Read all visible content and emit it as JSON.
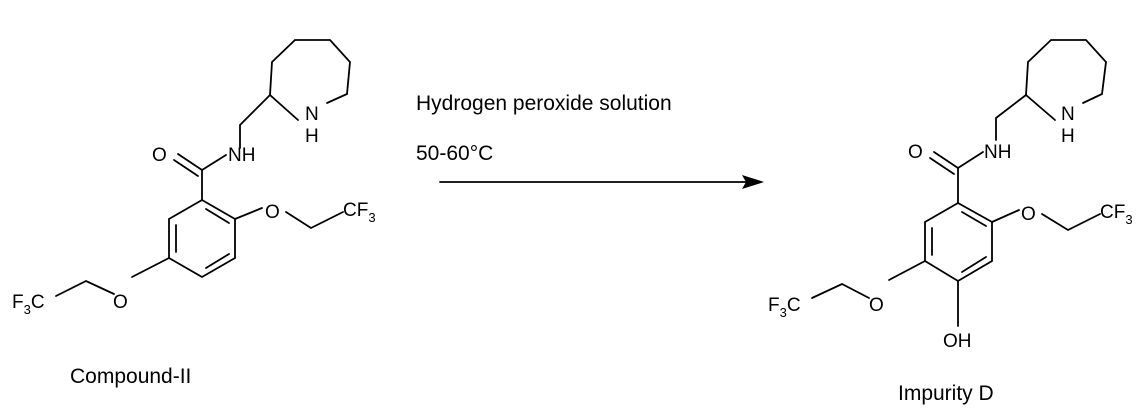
{
  "reactant": {
    "name": "Compound-II",
    "atoms": {
      "amide_o": "O",
      "amide_nh": "NH",
      "ring_n": "N",
      "ring_h": "H",
      "ether_o_top": "O",
      "cf3_top_main": "CF",
      "cf3_top_sub": "3",
      "ether_o_bottom": "O",
      "cf3_left_f": "F",
      "cf3_left_sub": "3",
      "cf3_left_c": "C"
    }
  },
  "conditions": {
    "reagent": "Hydrogen peroxide solution",
    "temperature": "50-60°C"
  },
  "product": {
    "name": "Impurity D",
    "atoms": {
      "amide_o": "O",
      "amide_nh": "NH",
      "ring_n": "N",
      "ring_h": "H",
      "ether_o_top": "O",
      "cf3_top_main": "CF",
      "cf3_top_sub": "3",
      "ether_o_bottom": "O",
      "cf3_left_f": "F",
      "cf3_left_sub": "3",
      "cf3_left_c": "C",
      "hydroxyl": "OH"
    }
  },
  "colors": {
    "ink": "#000000",
    "background": "#ffffff"
  }
}
